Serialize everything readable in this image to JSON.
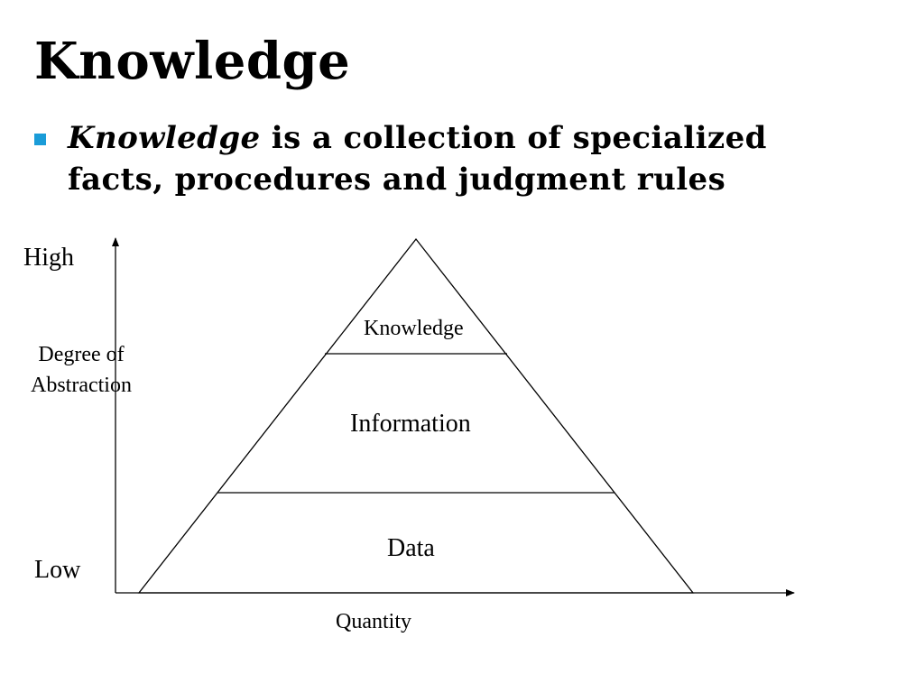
{
  "slide": {
    "title": "Knowledge",
    "bullet": {
      "term": "Knowledge",
      "rest": " is a collection of specialized facts, procedures and judgment rules",
      "marker_color": "#1a9cd8"
    }
  },
  "diagram": {
    "y_axis": {
      "high_label": "High",
      "low_label": "Low",
      "title": "Degree of Abstraction"
    },
    "x_axis": {
      "title": "Quantity"
    },
    "pyramid_levels": [
      {
        "label": "Knowledge",
        "position": "top"
      },
      {
        "label": "Information",
        "position": "middle"
      },
      {
        "label": "Data",
        "position": "bottom"
      }
    ]
  }
}
